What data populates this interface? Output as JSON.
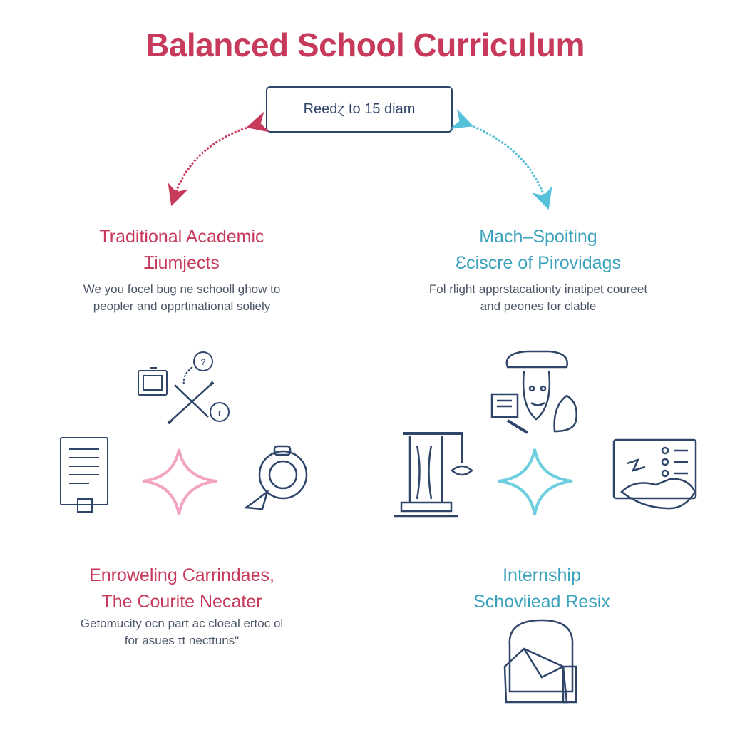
{
  "title": "Balanced School Curriculum",
  "center_label": "Reedɀ to 15 diam",
  "sections": {
    "top_left": {
      "heading": [
        "Traditional Academic",
        "Ɪiumjects"
      ],
      "desc": [
        "We you focel bug ne schooll ghow to",
        "peopler and opprtinational soliely"
      ]
    },
    "top_right": {
      "heading": [
        "Mach–Spoiting",
        "Ɛciscre of Pirovidags"
      ],
      "desc": [
        "Fol rlight apprstacationty inatipet coureet",
        "and peones for clable"
      ]
    },
    "bottom_left": {
      "heading": [
        "Enroweling Carrindaes,",
        "The Courite Necater"
      ],
      "desc": [
        "Getomucity ocn part ac cloeal ertoc ol",
        "for asues ɪt necttuns\""
      ]
    },
    "bottom_right": {
      "heading": [
        "Internship",
        "Schoviiead Resix"
      ]
    }
  },
  "colors": {
    "pink": "#c73a5c",
    "light_pink": "#f2a4c2",
    "blue": "#3aa2bc",
    "light_blue": "#6fcfe0",
    "navy": "#2f4569"
  },
  "icons": {
    "left_cluster": [
      "clipboard-icon",
      "pen-icon",
      "compass-icon",
      "document-icon",
      "sparkle-icon",
      "magnifier-icon"
    ],
    "right_cluster": [
      "teacher-icon",
      "pillar-icon",
      "sparkle-icon",
      "board-icon"
    ],
    "bottom": "backpack-icon"
  }
}
